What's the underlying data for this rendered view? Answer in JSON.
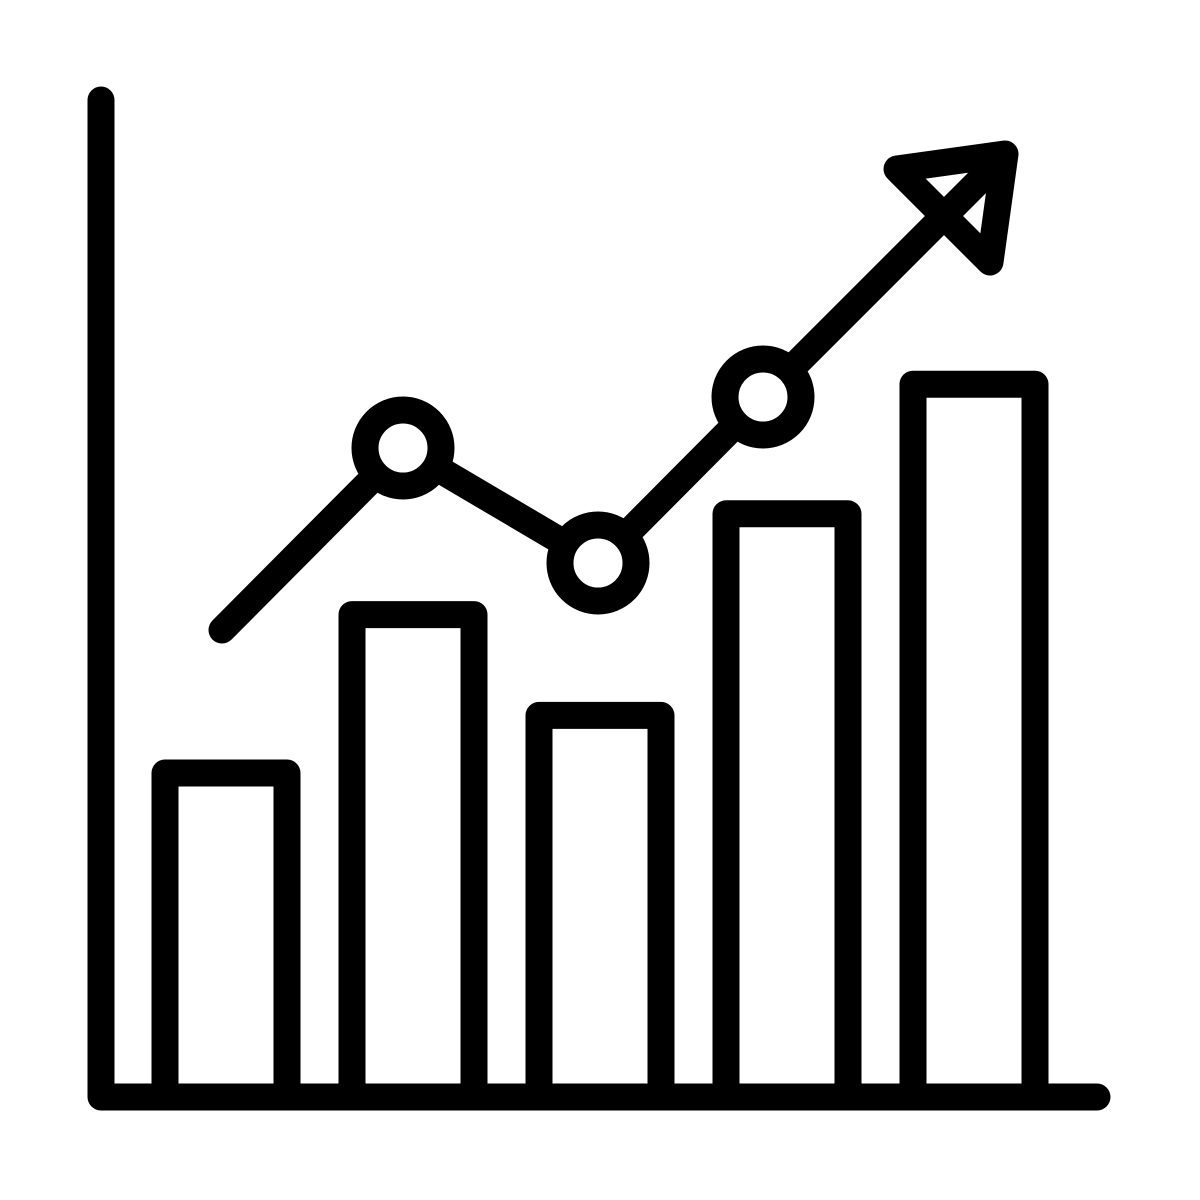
{
  "icon": {
    "name": "growth-bar-chart-icon",
    "stroke_color": "#000000",
    "background_color": "#ffffff",
    "bar_levels": [
      0.45,
      0.67,
      0.53,
      0.81,
      0.99
    ],
    "trend_point_levels": [
      0.61,
      0.87,
      0.72,
      0.94,
      1.0
    ],
    "bars_count": 5,
    "trend_nodes_count": 3,
    "has_arrow_head": true
  }
}
